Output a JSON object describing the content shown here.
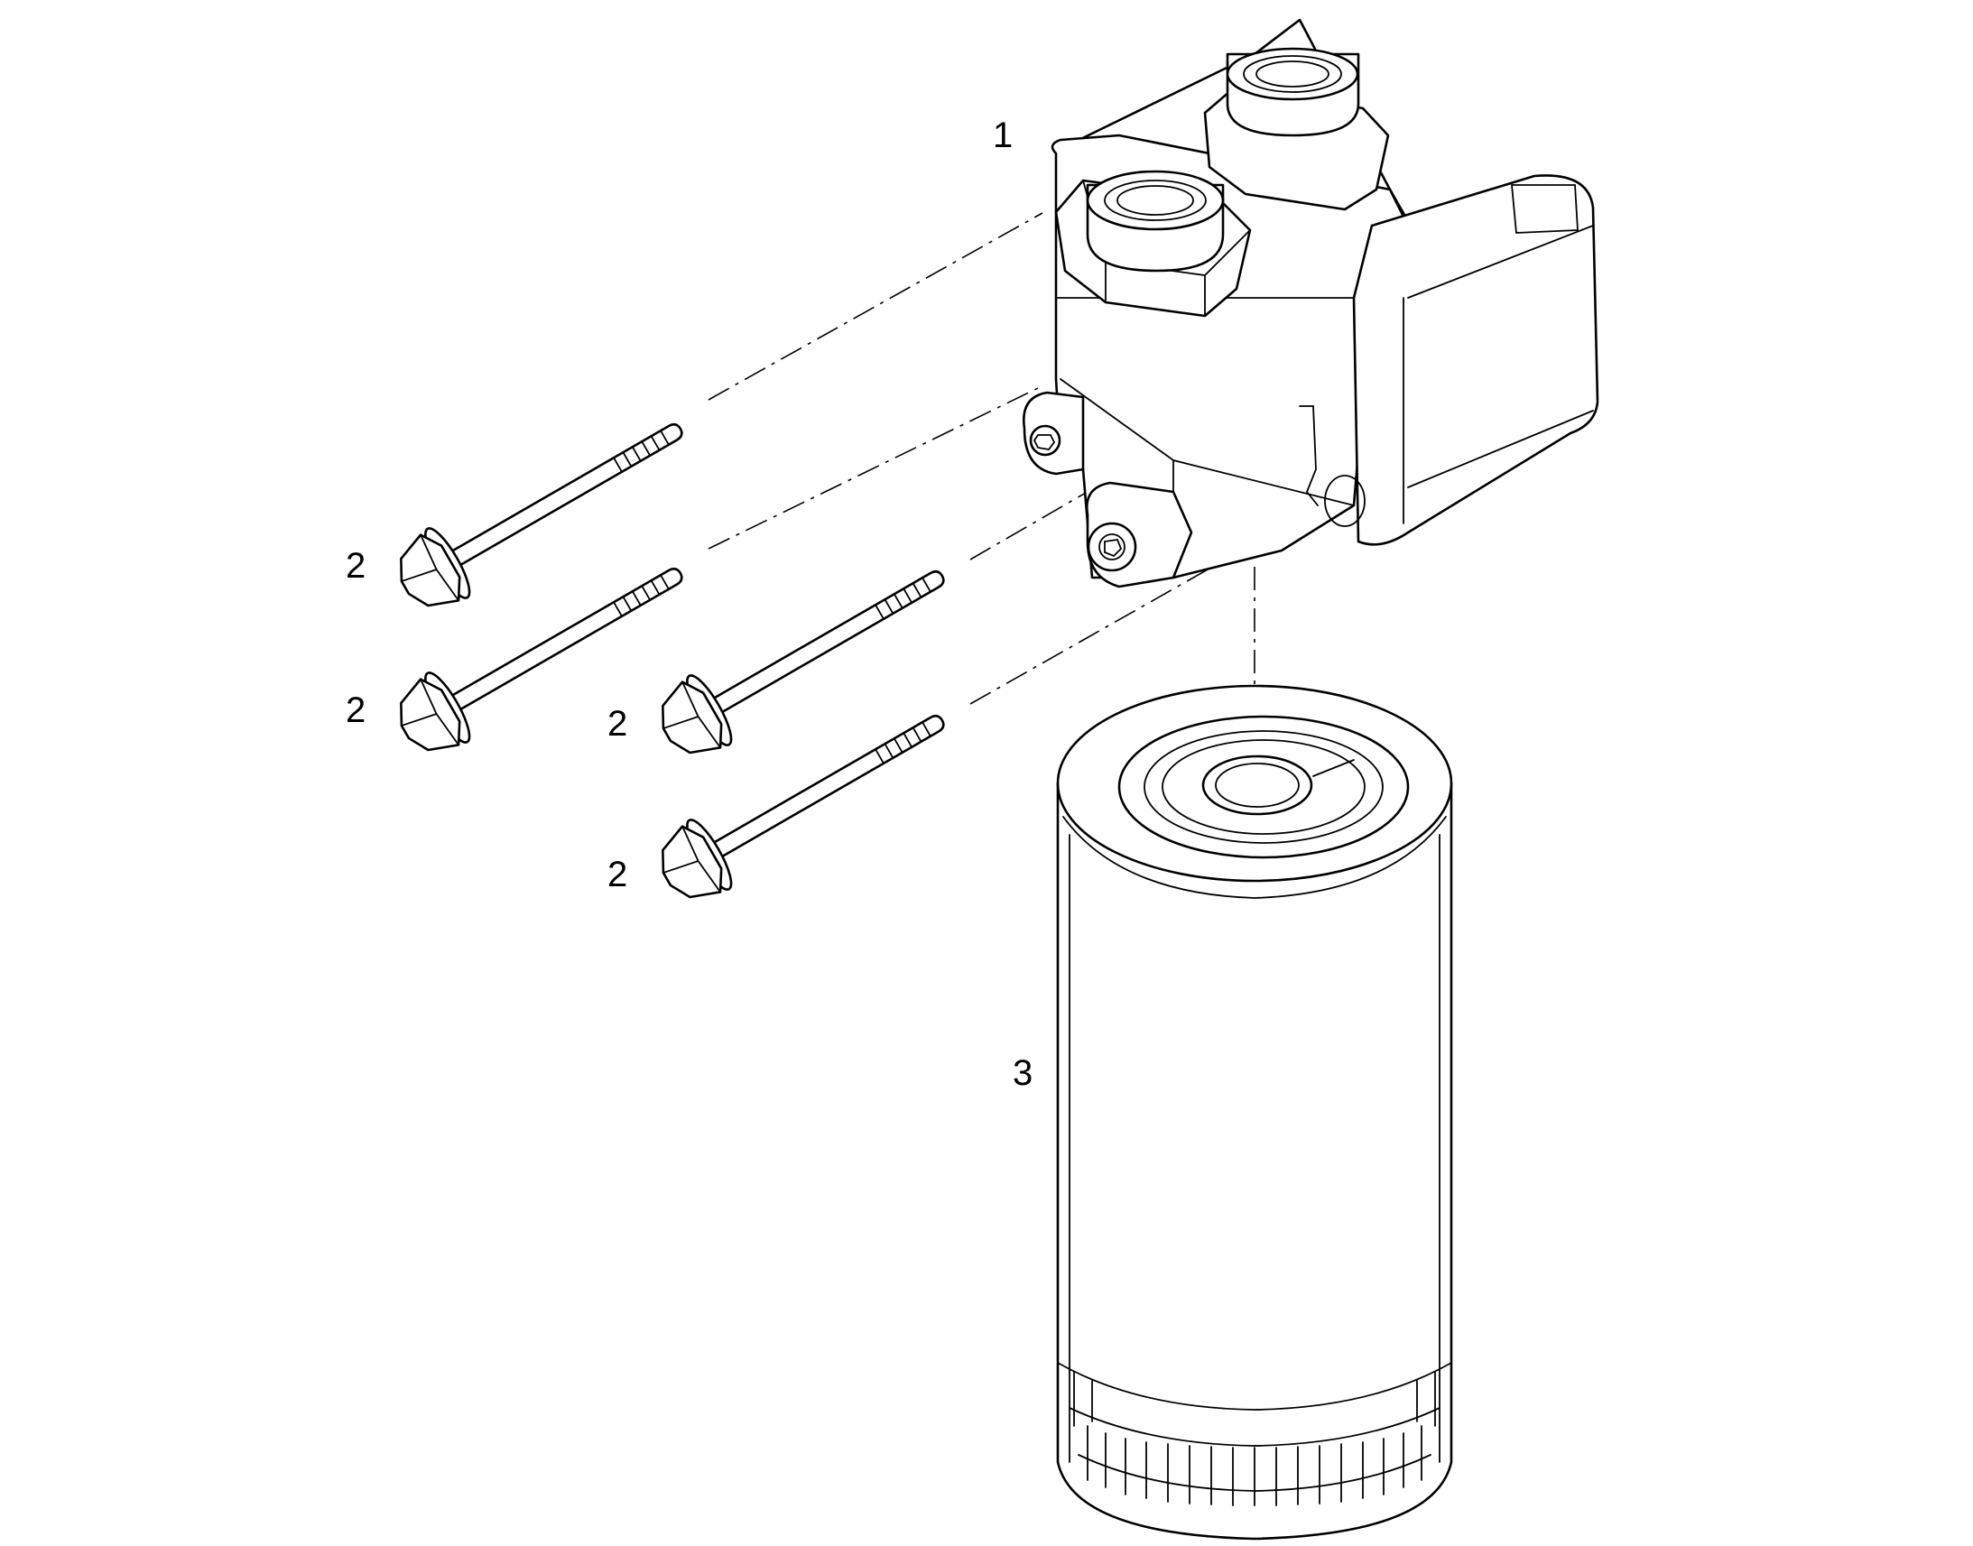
{
  "callouts": {
    "housing": "1",
    "bolt_a": "2",
    "bolt_b": "2",
    "bolt_c": "2",
    "bolt_d": "2",
    "filter": "3"
  },
  "icons": [
    "filter-housing",
    "flange-bolt",
    "spin-on-filter-cartridge"
  ],
  "colors": {
    "line": "#000000",
    "background": "#ffffff"
  }
}
